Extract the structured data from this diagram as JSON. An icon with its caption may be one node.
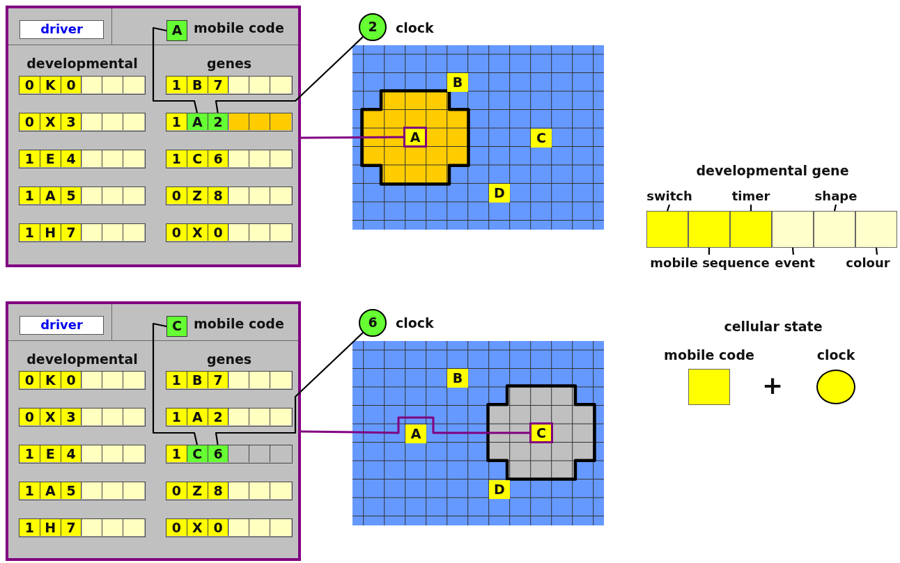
{
  "diagram": {
    "nodes": [
      {
        "text": [
          "developmental",
          "genes"
        ]
      },
      {
        "text": [
          "driver"
        ],
        "in": 0
      },
      {
        "text": [
          "A"
        ],
        "in": 0,
        "beside": [
          "mobile code"
        ]
      },
      {
        "text": [
          "0",
          "K",
          "0"
        ],
        "in": 0
      },
      {
        "text": [
          "1",
          "B",
          "7"
        ],
        "in": 0
      },
      {
        "text": [
          "0",
          "X",
          "3"
        ],
        "in": 0
      },
      {
        "text": [
          "1",
          "A",
          "2"
        ],
        "in": 0
      },
      {
        "text": [
          "1",
          "E",
          "4"
        ],
        "in": 0
      },
      {
        "text": [
          "1",
          "C",
          "6"
        ],
        "in": 0
      },
      {
        "text": [
          "1",
          "A",
          "5"
        ],
        "in": 0
      },
      {
        "text": [
          "0",
          "Z",
          "8"
        ],
        "in": 0
      },
      {
        "text": [
          "1",
          "H",
          "7"
        ],
        "in": 0
      },
      {
        "text": [
          "0",
          "X",
          "0"
        ],
        "in": 0
      },
      {
        "text": [
          "2"
        ],
        "beside": [
          "clock"
        ]
      },
      {
        "text": [],
        "shape": "box"
      },
      {
        "text": [],
        "shape": "cross",
        "in": 14
      },
      {
        "text": [
          "B"
        ],
        "in": 14
      },
      {
        "text": [
          "A"
        ],
        "in": 15
      },
      {
        "text": [
          "C"
        ],
        "in": 14
      },
      {
        "text": [
          "D"
        ],
        "in": 14
      },
      {
        "text": [
          "developmental",
          "genes"
        ]
      },
      {
        "text": [
          "driver"
        ],
        "in": 20
      },
      {
        "text": [
          "C"
        ],
        "in": 20,
        "beside": [
          "mobile code"
        ]
      },
      {
        "text": [
          "0",
          "K",
          "0"
        ],
        "in": 20
      },
      {
        "text": [
          "1",
          "B",
          "7"
        ],
        "in": 20
      },
      {
        "text": [
          "0",
          "X",
          "3"
        ],
        "in": 20
      },
      {
        "text": [
          "1",
          "A",
          "2"
        ],
        "in": 20
      },
      {
        "text": [
          "1",
          "E",
          "4"
        ],
        "in": 20
      },
      {
        "text": [
          "1",
          "C",
          "6"
        ],
        "in": 20
      },
      {
        "text": [
          "1",
          "A",
          "5"
        ],
        "in": 20
      },
      {
        "text": [
          "0",
          "Z",
          "8"
        ],
        "in": 20
      },
      {
        "text": [
          "1",
          "H",
          "7"
        ],
        "in": 20
      },
      {
        "text": [
          "0",
          "X",
          "0"
        ],
        "in": 20
      },
      {
        "text": [
          "6"
        ],
        "beside": [
          "clock"
        ]
      },
      {
        "text": [],
        "shape": "box"
      },
      {
        "text": [],
        "shape": "cross",
        "in": 34
      },
      {
        "text": [
          "B"
        ],
        "in": 34
      },
      {
        "text": [
          "A"
        ],
        "in": 34
      },
      {
        "text": [
          "C"
        ],
        "in": 35
      },
      {
        "text": [
          "D"
        ],
        "in": 34
      },
      {
        "text": [
          "developmental gene"
        ]
      },
      {
        "text": [],
        "shape": "box",
        "in": 40
      },
      {
        "text": [],
        "shape": "box",
        "in": 40
      },
      {
        "text": [],
        "shape": "box",
        "in": 40
      },
      {
        "text": [],
        "shape": "box",
        "in": 40
      },
      {
        "text": [],
        "shape": "box",
        "in": 40
      },
      {
        "text": [],
        "shape": "box",
        "in": 40
      },
      {
        "text": [
          "switch"
        ]
      },
      {
        "text": [
          "timer"
        ]
      },
      {
        "text": [
          "shape"
        ]
      },
      {
        "text": [
          "mobile sequence"
        ]
      },
      {
        "text": [
          "event"
        ]
      },
      {
        "text": [
          "colour"
        ]
      },
      {
        "text": [
          "mobile code"
        ]
      },
      {
        "text": [
          "clock"
        ]
      }
    ],
    "edges": [
      {
        "from": 2,
        "to": 6,
        "arrow": "none"
      },
      {
        "from": 13,
        "to": 6,
        "arrow": "none"
      },
      {
        "from": 0,
        "to": 17,
        "arrow": "none",
        "color": "#800080"
      },
      {
        "from": 22,
        "to": 28,
        "arrow": "none"
      },
      {
        "from": 33,
        "to": 28,
        "arrow": "none"
      },
      {
        "from": 20,
        "to": 38,
        "arrow": "none",
        "color": "#800080"
      },
      {
        "from": 47,
        "to": 41,
        "arrow": "none"
      },
      {
        "from": 48,
        "to": 43,
        "arrow": "none"
      },
      {
        "from": 49,
        "to": 45,
        "arrow": "none"
      },
      {
        "from": 50,
        "to": 42,
        "arrow": "none"
      },
      {
        "from": 51,
        "to": 44,
        "arrow": "none"
      },
      {
        "from": 52,
        "to": 46,
        "arrow": "none"
      }
    ],
    "labels": [
      "cellular state",
      "+"
    ]
  }
}
